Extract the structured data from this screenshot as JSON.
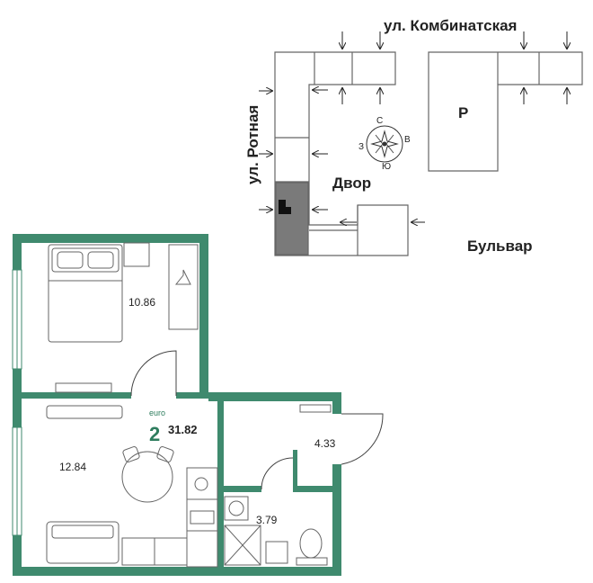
{
  "site_plan": {
    "street_top": "ул. Комбинатская",
    "street_left": "ул. Ротная",
    "courtyard": "Двор",
    "boulevard": "Бульвар",
    "parking": "Р",
    "compass": {
      "n": "С",
      "e": "В",
      "s": "Ю",
      "w": "З"
    }
  },
  "apartment": {
    "type_label": "euro",
    "rooms": "2",
    "total_area": "31.82",
    "room_areas": {
      "bedroom": "10.86",
      "living_kitchen": "12.84",
      "hallway": "4.33",
      "bathroom": "3.79"
    }
  },
  "colors": {
    "wall": "#3f8a6e",
    "building_outline": "#666666",
    "highlight_unit": "#7a7a7a"
  }
}
